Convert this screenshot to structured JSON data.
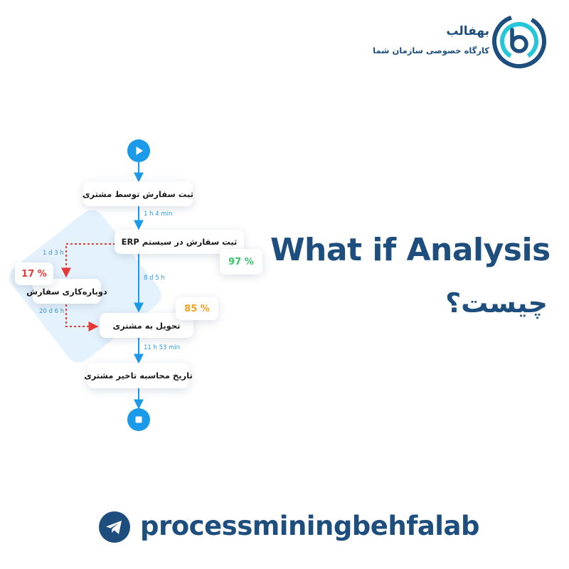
{
  "brand": {
    "name": "بهفالب",
    "tagline": "کارگاه خصوصی سازمان شما"
  },
  "headline": {
    "english": "What if Analysis",
    "persian": "چیست؟"
  },
  "diagram": {
    "nodes": {
      "n1": "ثبت سفارش توسط مشتری",
      "n2": "ثبت سفارش در سیستم ERP",
      "n3": "دوباره‌کاری سفارش",
      "n4": "تحویل به مشتری",
      "n5": "تاریخ محاسبه تاخیر مشتری"
    },
    "durations": {
      "d1": "1 h 4 min",
      "d2": "8 d 5 h",
      "d3": "1 d 3 h",
      "d4": "20 d 6 h",
      "d5": "11 h 53 min"
    },
    "badges": {
      "b1": "97 %",
      "b2": "17 %",
      "b3": "85 %"
    },
    "icons": {
      "start": "play-icon",
      "end": "stop-icon"
    },
    "colors": {
      "flow": "#1a9ae8",
      "rework": "#e53935",
      "badge_green": "#35c46a",
      "badge_red": "#e53935",
      "badge_orange": "#f5a11a",
      "highlight_panel": "#e4f2fd"
    }
  },
  "footer": {
    "handle": "processminingbehfalab",
    "icon": "telegram-icon"
  },
  "colors": {
    "primary": "#1d4e7e",
    "background": "#ffffff"
  }
}
